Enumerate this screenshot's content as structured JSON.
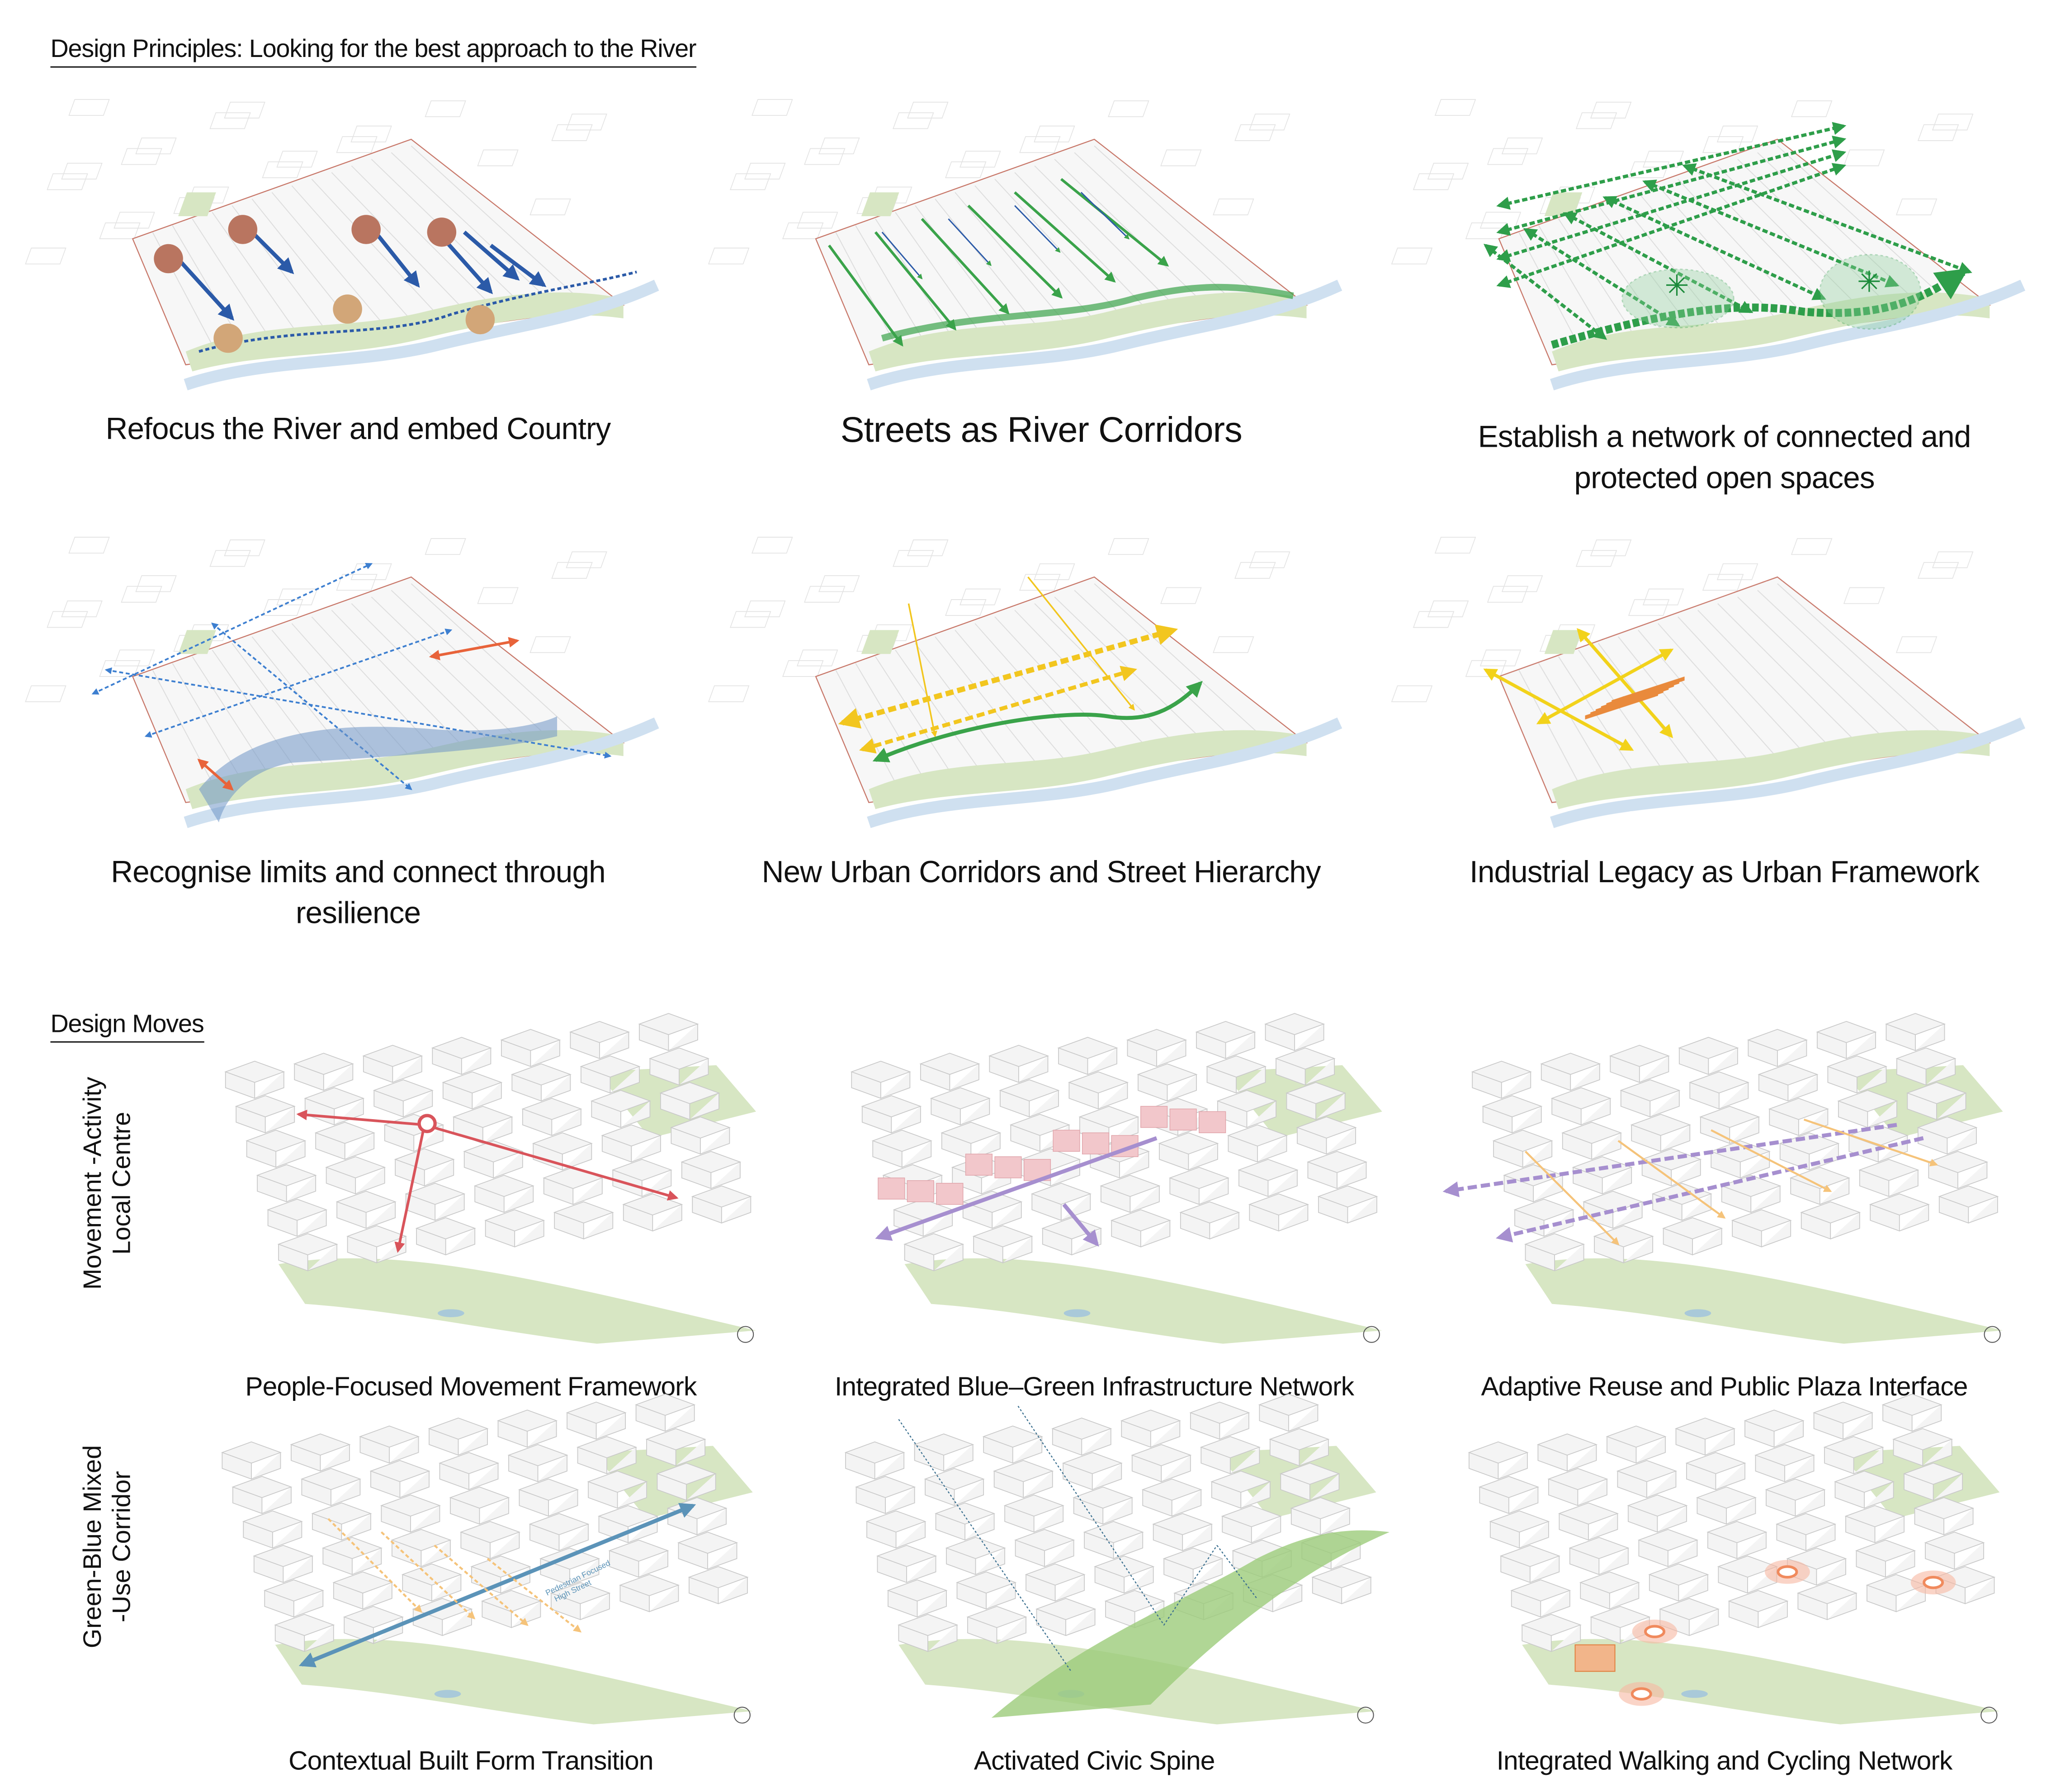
{
  "principles": {
    "heading": "Design Principles: Looking for the best approach to the River",
    "items": [
      {
        "caption": "Refocus the River and embed Country",
        "accent": "#2b5aa8"
      },
      {
        "caption": "Streets as River Corridors",
        "accent": "#3aa34a"
      },
      {
        "caption": "Establish a network of connected and protected open spaces",
        "accent": "#2e9e4a"
      },
      {
        "caption": "Recognise limits and connect through resilience",
        "accent": "#3d7fd0"
      },
      {
        "caption": "New Urban Corridors and Street Hierarchy",
        "accent": "#f2c61f"
      },
      {
        "caption": "Industrial Legacy as Urban Framework",
        "accent": "#f2d21a"
      }
    ]
  },
  "moves": {
    "heading": "Design Moves",
    "rows": [
      {
        "label_line1": "Movement -Activity",
        "label_line2": "Local Centre"
      },
      {
        "label_line1": "Green-Blue Mixed",
        "label_line2": "-Use Corridor"
      }
    ],
    "items": [
      {
        "caption": "People-Focused Movement Framework",
        "accent": "#d9545b"
      },
      {
        "caption": "Integrated Blue–Green Infrastructure Network",
        "accent": "#a68fcf"
      },
      {
        "caption": "Adaptive Reuse and Public Plaza Interface",
        "accent": "#a68fcf"
      },
      {
        "caption": "Contextual Built Form Transition",
        "accent": "#5b93b8",
        "annotation_line1": "Pedestrian Focused",
        "annotation_line2": "High Street"
      },
      {
        "caption": "Activated Civic Spine",
        "accent": "#3a6f8f"
      },
      {
        "caption": "Integrated Walking and Cycling Network",
        "accent": "#f08a5d"
      }
    ]
  },
  "colors": {
    "park": "#d7e6c3",
    "river": "#cfe0f0",
    "building": "#f4f4f4",
    "outline": "#c9c9c9",
    "site_boundary": "#c8786a"
  }
}
